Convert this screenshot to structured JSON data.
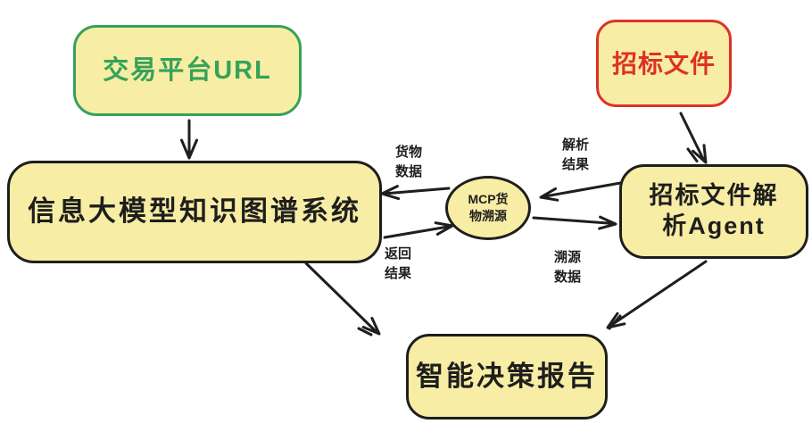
{
  "palette": {
    "node_fill": "#f8eda4",
    "ink": "#1e1e1e",
    "green": "#35a25a",
    "red": "#dd3127",
    "background": "#ffffff"
  },
  "nodes": {
    "trading_platform_url": "交易平台URL",
    "bidding_document": "招标文件",
    "knowledge_graph_system": "信息大模型知识图谱系统",
    "parse_agent": "招标文件解析Agent",
    "mcp_trace": "MCP货物溯源",
    "decision_report": "智能决策报告"
  },
  "edge_labels": {
    "goods_data": "货物数据",
    "parse_result": "解析结果",
    "return_result": "返回结果",
    "trace_data": "溯源数据"
  }
}
